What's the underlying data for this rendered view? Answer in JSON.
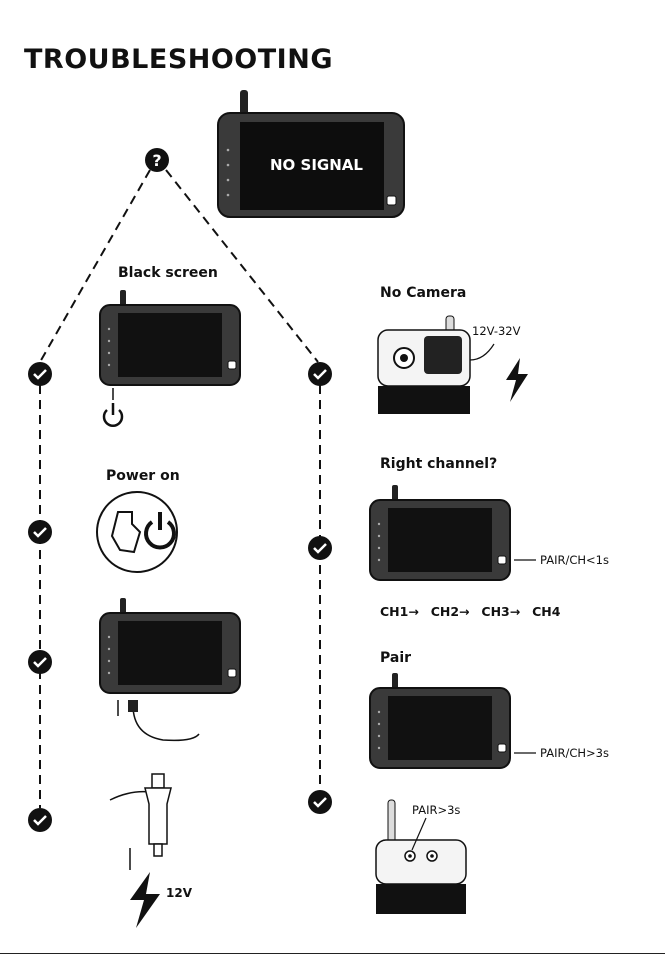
{
  "title": "TROUBLESHOOTING",
  "main_monitor": {
    "screen_text": "NO SIGNAL",
    "icon": "question-mark-icon"
  },
  "left_column": {
    "black_screen_label": "Black screen",
    "power_on_label": "Power on",
    "voltage_label": "12V"
  },
  "right_column": {
    "no_camera_label": "No Camera",
    "voltage_range": "12V-32V",
    "right_channel_label": "Right channel?",
    "pair_ch_short": "PAIR/CH<1s",
    "channels": [
      "CH1",
      "CH2",
      "CH3",
      "CH4"
    ],
    "pair_label": "Pair",
    "pair_ch_long": "PAIR/CH>3s",
    "camera_pair": "PAIR>3s"
  },
  "icons": [
    "check-icon",
    "power-icon",
    "lightning-icon",
    "question-mark-icon"
  ]
}
